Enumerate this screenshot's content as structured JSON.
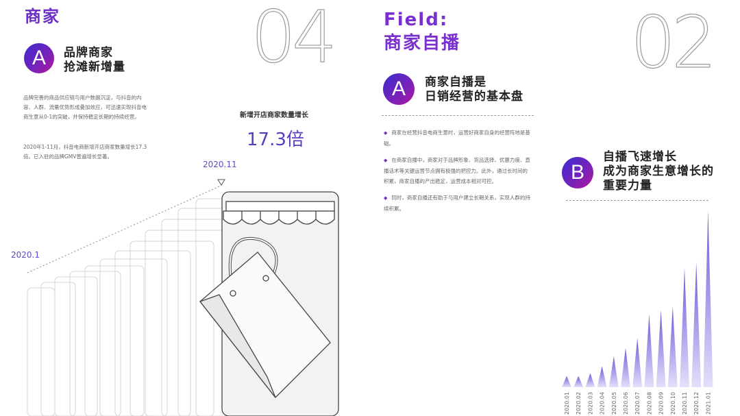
{
  "left": {
    "title": "商家",
    "big_number": "04",
    "badge_letter": "A",
    "subtitle_line1": "品牌商家",
    "subtitle_line2": "抢滩新增量",
    "para1": "品牌完善的商品供应链与用户数据沉淀，与抖音的内容、人群、流量优势形成叠加效应，可迅速实现抖音电商生意从0-1的突破，并保持稳定长期的持续经营。",
    "para2": "2020年1-11月，抖音电商新增开店商家数量增长17.3倍。已入驻的品牌GMV普遍增长显著。",
    "stat_label": "新增开店商家数量增长",
    "stat_value": "17.3倍",
    "date_start": "2020.1",
    "date_end": "2020.11"
  },
  "right": {
    "title_line1": "Field:",
    "title_line2": "商家自播",
    "big_number": "02",
    "badge_a": "A",
    "a_line1": "商家自播是",
    "a_line2": "日销经营的基本盘",
    "bullets": [
      "商家在经营抖音电商生意时，运营好商家自身的经营阵地是基础。",
      "在商家自播中，商家对于品牌形象、货品选择、优惠力度、直播话术等关键运营节点拥有极强的把控力。此外，通过长时间的积累，商家自播的产出稳定，运营成本相对可控。",
      "同时，商家自播还有助于与用户建立长期关系，实现人群的持续积累。"
    ],
    "badge_b": "B",
    "b_line1": "自播飞速增长",
    "b_line2": "成为商家生意增长的",
    "b_line3": "重要力量"
  },
  "chart_data": {
    "type": "area",
    "categories": [
      "2020.01",
      "2020.02",
      "2020.03",
      "2020.04",
      "2020.05",
      "2020.06",
      "2020.07",
      "2020.08",
      "2020.09",
      "2020.10",
      "2020.11",
      "2020.12",
      "2021.01"
    ],
    "values": [
      16,
      16,
      20,
      30,
      44,
      56,
      70,
      104,
      110,
      115,
      170,
      178,
      252
    ],
    "axis_labels_visible": false,
    "grid": false
  },
  "colors": {
    "accent": "#6b2fc6",
    "badge_gradient_start": "#3a2bd0",
    "badge_gradient_end": "#b5199b",
    "spike_fill_top": "#6a5ad8",
    "spike_fill_bottom": "#e4e0fa"
  }
}
